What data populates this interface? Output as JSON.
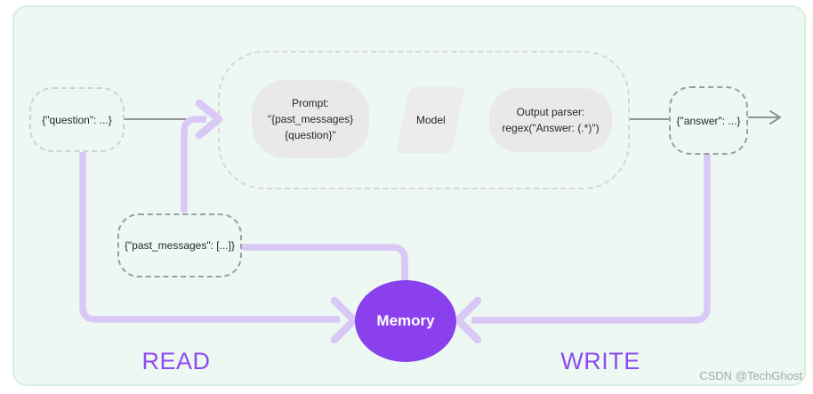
{
  "colors": {
    "canvas_bg": "#ecf8f1",
    "canvas_border": "#d9eee1",
    "node_fill": "#e9e9eb",
    "dashed_gray": "#9aa19d",
    "dashed_light": "#d5cfd4",
    "connector_purple": "#d9c7f6",
    "memory_purple": "#8a40ec",
    "flow_label_purple": "#8f4bf2",
    "line_gray": "#8f9692"
  },
  "nodes": {
    "question": {
      "label": "{\"question\": ...}"
    },
    "prompt": {
      "lines": [
        "Prompt:",
        "\"{past_messages}",
        "{question}\""
      ]
    },
    "model": {
      "label": "Model"
    },
    "output_parser": {
      "lines": [
        "Output parser:",
        "regex(\"Answer: (.*)\")"
      ]
    },
    "answer": {
      "label": "{\"answer\": ...}"
    },
    "past_messages": {
      "label": "{\"past_messages\": [...]}"
    },
    "memory": {
      "label": "Memory"
    }
  },
  "labels": {
    "read": "READ",
    "write": "WRITE"
  },
  "watermark": "CSDN @TechGhost"
}
